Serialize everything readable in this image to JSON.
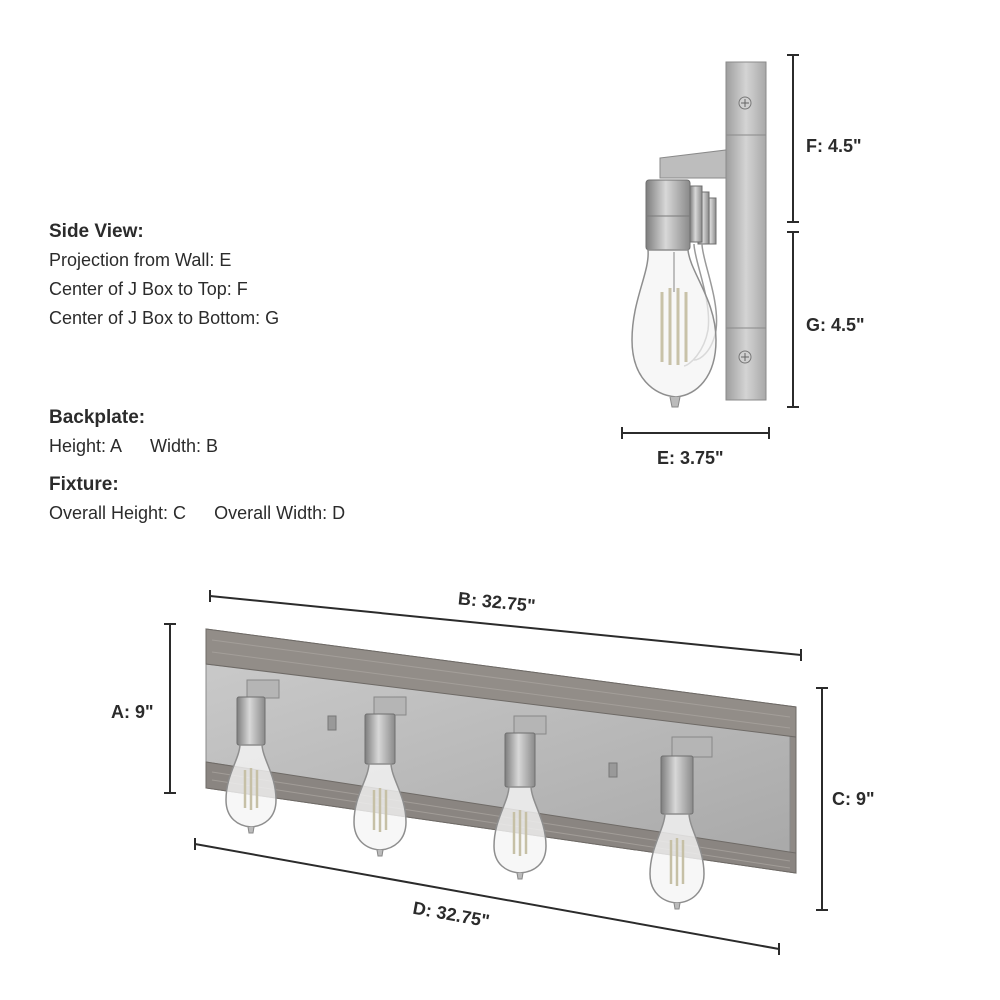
{
  "legend": {
    "side_view": {
      "title": "Side View:",
      "lines": [
        "Projection from Wall: E",
        "Center of J Box to Top: F",
        "Center of J Box to Bottom: G"
      ]
    },
    "backplate": {
      "title": "Backplate:",
      "height": "Height: A",
      "width": "Width: B"
    },
    "fixture": {
      "title": "Fixture:",
      "height": "Overall Height: C",
      "width": "Overall Width: D"
    }
  },
  "dimensions": {
    "F": "F: 4.5\"",
    "G": "G: 4.5\"",
    "E": "E: 3.75\"",
    "B": "B: 32.75\"",
    "A": "A: 9\"",
    "C": "C: 9\"",
    "D": "D: 32.75\""
  },
  "colors": {
    "nickel": "#b9b9b9",
    "nickel_dark": "#8c8c8c",
    "wood": "#8f8a86",
    "line": "#2b2b2b"
  }
}
